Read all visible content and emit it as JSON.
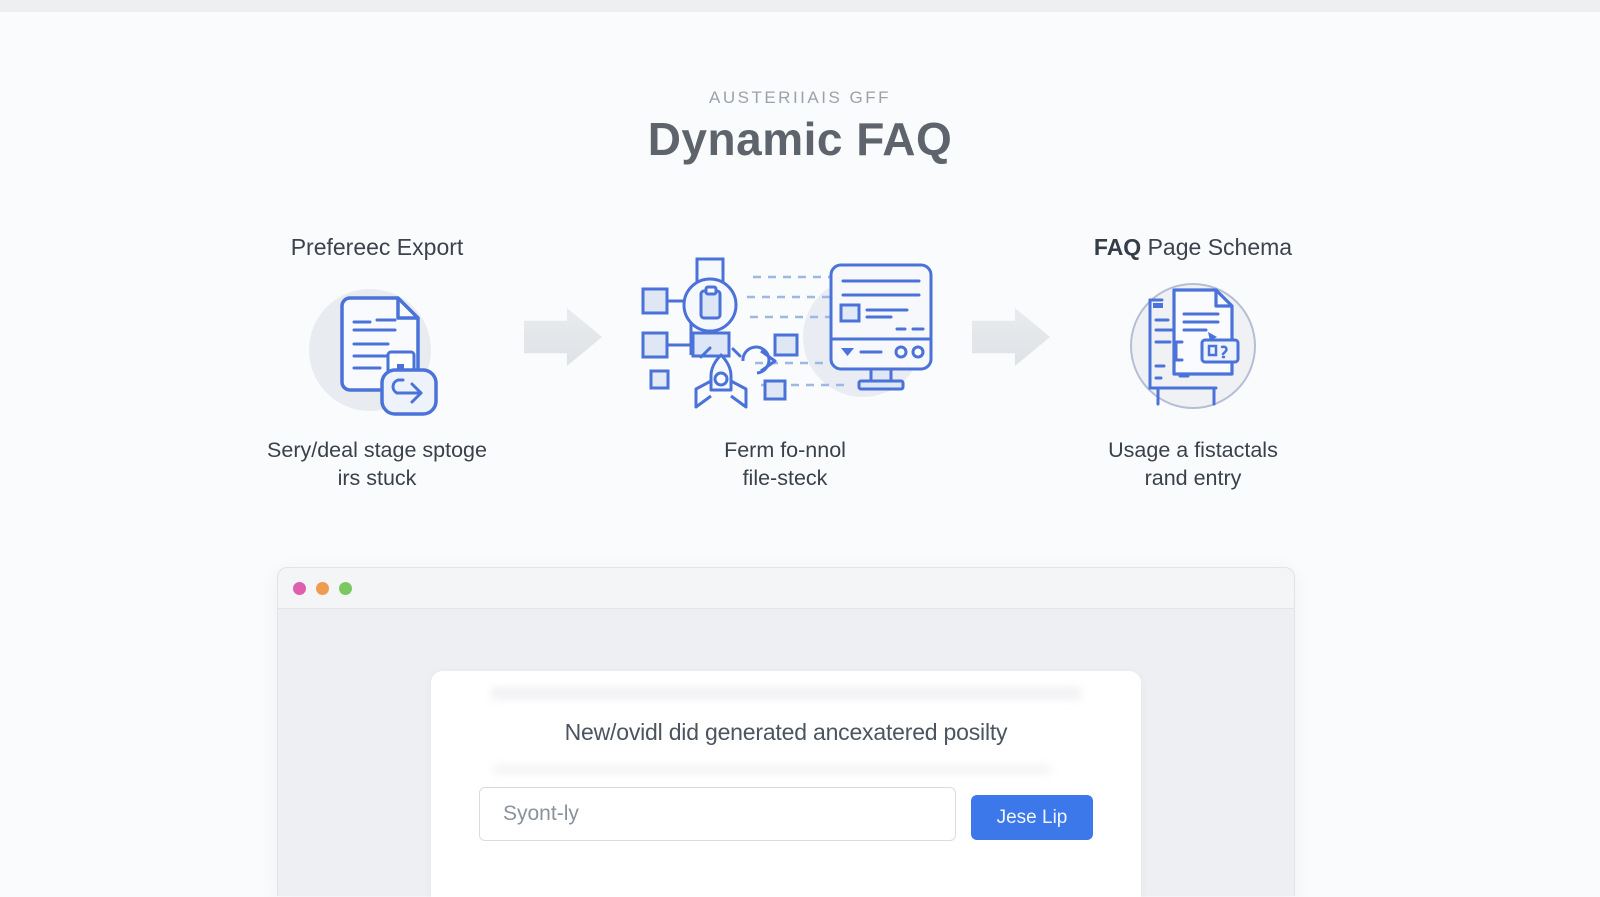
{
  "header": {
    "eyebrow": "AUSTERIIAIS GFF",
    "title": "Dynamic FAQ"
  },
  "steps": [
    {
      "title": "Prefereec Export",
      "icon": "export-document-icon",
      "caption_line1": "Sery/deal stage sptoge",
      "caption_line2": "irs stuck"
    },
    {
      "icon": "workflow-to-browser-icon",
      "caption_line1": "Ferm fo-nnol",
      "caption_line2": "file-steck"
    },
    {
      "title_bold": "FAQ",
      "title_rest": "Page Schema",
      "icon": "faq-schema-document-icon",
      "caption_line1": "Usage a fistactals",
      "caption_line2": "rand entry"
    }
  ],
  "browser_mockup": {
    "window_controls": [
      "close",
      "minimize",
      "maximize"
    ],
    "card": {
      "heading": "New/ovidl did generated ancexatered posilty",
      "input_placeholder": "Syont-ly",
      "button_label": "Jese Lip"
    }
  },
  "colors": {
    "accent_blue": "#3c78e9",
    "icon_stroke": "#4a72d8",
    "dot_pink": "#dd5fae",
    "dot_orange": "#ee9d50",
    "dot_green": "#7bc862"
  }
}
